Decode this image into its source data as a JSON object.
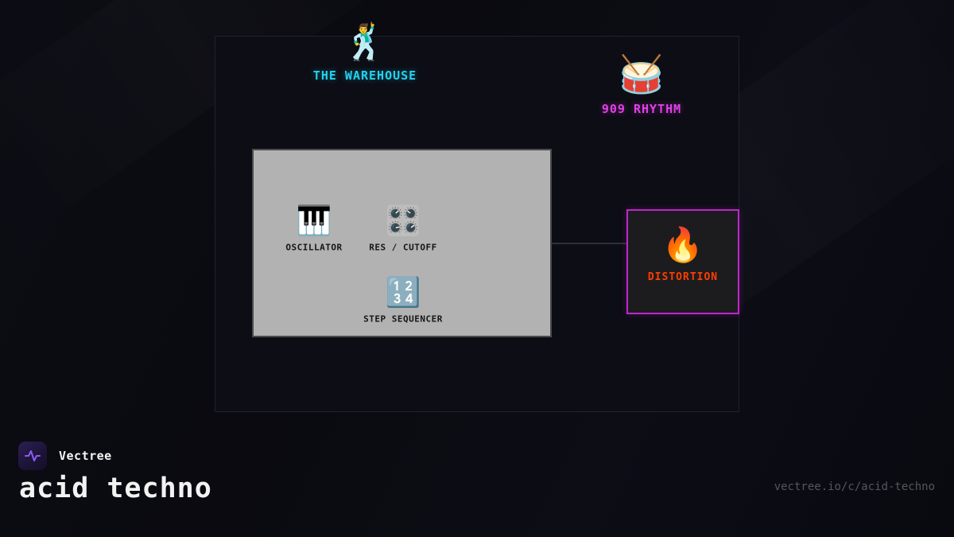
{
  "colors": {
    "background": "#0a0a10",
    "frame_border": "#21212c",
    "warehouse_label": "#22d3ee",
    "rhythm_label": "#e23fe9",
    "module_bg": "#b2b2b2",
    "module_border": "#4b4b4b",
    "node_label_dark": "#151515",
    "distortion_border": "#bf26cc",
    "distortion_label": "#ff3d00",
    "connector": "#303038",
    "url_text": "#55555f"
  },
  "diagram": {
    "warehouse": {
      "icon": "🕺",
      "label": "THE WAREHOUSE"
    },
    "rhythm": {
      "icon": "🥁",
      "label": "909 RHYTHM"
    },
    "synth": {
      "nodes": [
        {
          "icon": "🎹",
          "label": "OSCILLATOR"
        },
        {
          "icon": "🎛️",
          "label": "RES / CUTOFF"
        },
        {
          "icon": "🔢",
          "label": "STEP SEQUENCER"
        }
      ]
    },
    "distortion": {
      "icon": "🔥",
      "label": "DISTORTION"
    }
  },
  "footer": {
    "brand": "Vectree",
    "logo_icon": "waveform-icon",
    "title": "acid techno",
    "url": "vectree.io/c/acid-techno"
  }
}
